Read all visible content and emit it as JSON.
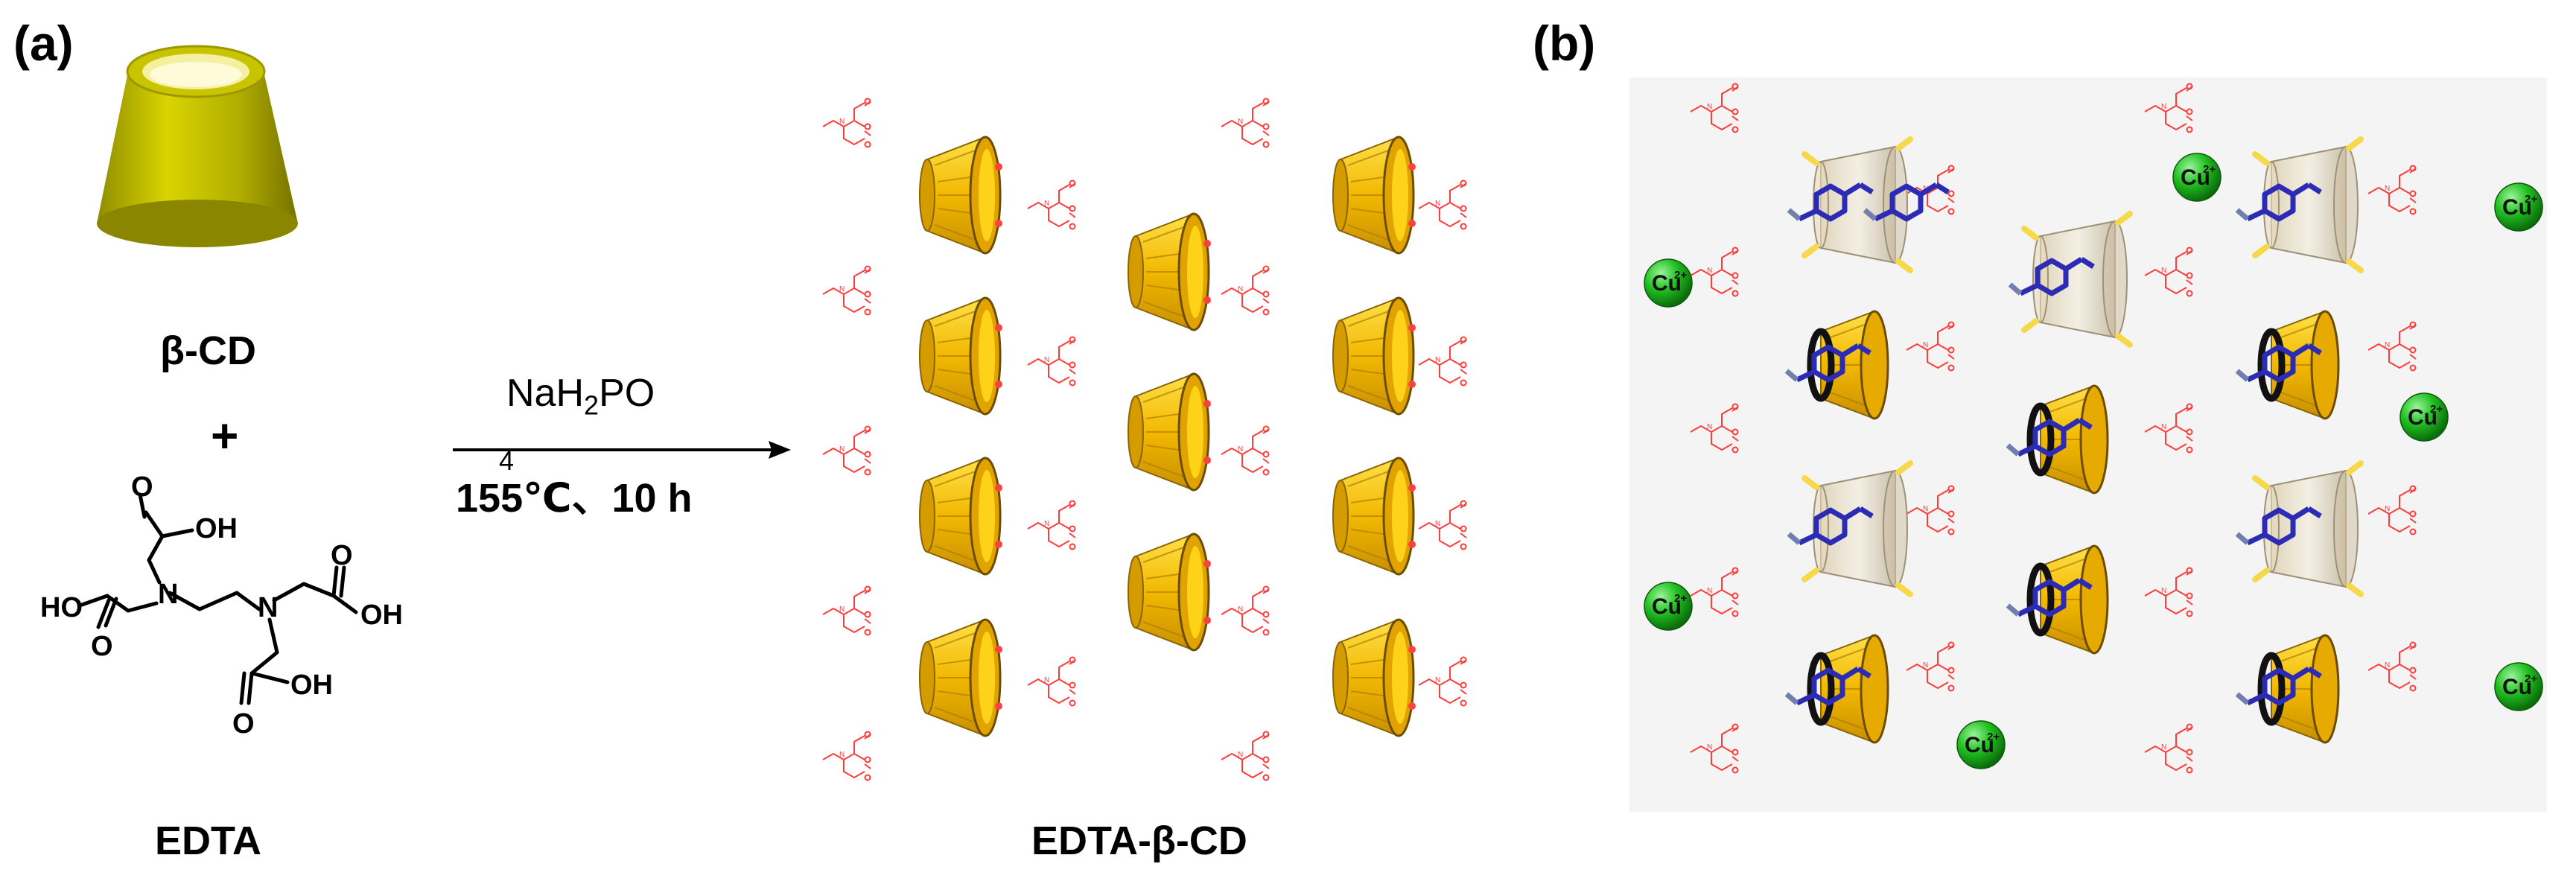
{
  "panels": {
    "a_label": "(a)",
    "b_label": "(b)"
  },
  "reactants": {
    "cd_name": "β-CD",
    "plus": "+",
    "edta_name": "EDTA",
    "edta_groups": [
      "OH",
      "HO",
      "OH",
      "OH",
      "O",
      "O",
      "O",
      "O",
      "N",
      "N"
    ]
  },
  "reaction": {
    "reagent_main": "NaH",
    "reagent_sub1": "2",
    "reagent_tail": "PO",
    "reagent_sub2": "4",
    "conditions": "155℃、10 h"
  },
  "product": {
    "name": "EDTA-β-CD"
  },
  "panel_b": {
    "ion_label": "Cu",
    "ion_charge": "2+",
    "ion_count": 7
  },
  "colors": {
    "cd_gold": "#f2c200",
    "cd_olive": "#b8b400",
    "linker_red": "#ff3b3b",
    "guest_blue": "#2b2bb5",
    "cu_green": "#1fb81f",
    "panel_b_bg": "#f4f4f4"
  }
}
